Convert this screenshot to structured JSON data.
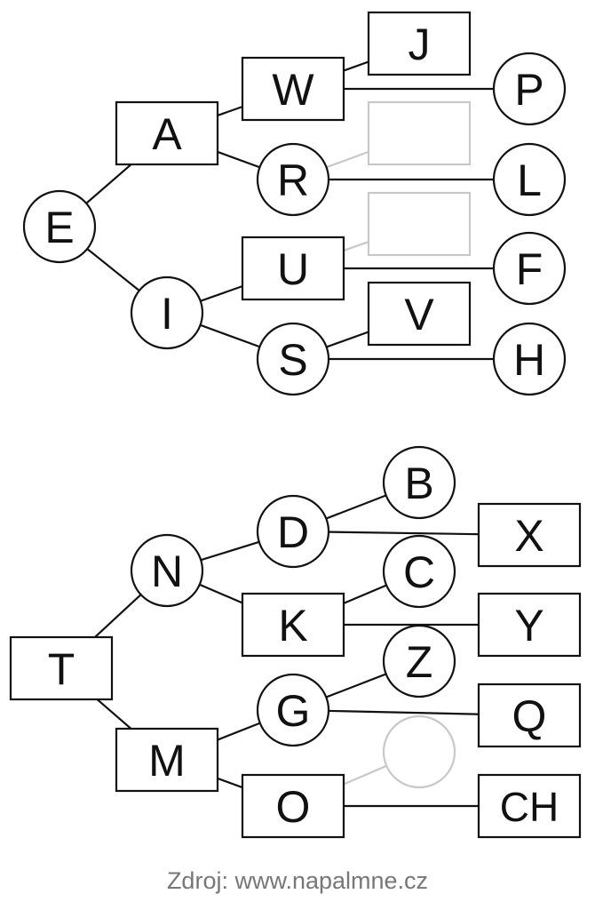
{
  "colors": {
    "stroke": "#111111",
    "empty_stroke": "#c8c8c8",
    "text": "#111111",
    "source_text": "#777777"
  },
  "trees": [
    {
      "name": "tree-1",
      "nodes": [
        {
          "id": "E",
          "label": "E",
          "shape": "circle"
        },
        {
          "id": "A",
          "label": "A",
          "shape": "box"
        },
        {
          "id": "I",
          "label": "I",
          "shape": "circle"
        },
        {
          "id": "W",
          "label": "W",
          "shape": "box"
        },
        {
          "id": "R",
          "label": "R",
          "shape": "circle"
        },
        {
          "id": "U",
          "label": "U",
          "shape": "box"
        },
        {
          "id": "S",
          "label": "S",
          "shape": "circle"
        },
        {
          "id": "J",
          "label": "J",
          "shape": "box"
        },
        {
          "id": "P",
          "label": "P",
          "shape": "circle"
        },
        {
          "id": "R-empty",
          "label": "",
          "shape": "box",
          "empty": true
        },
        {
          "id": "L",
          "label": "L",
          "shape": "circle"
        },
        {
          "id": "U-empty",
          "label": "",
          "shape": "box",
          "empty": true
        },
        {
          "id": "F",
          "label": "F",
          "shape": "circle"
        },
        {
          "id": "V",
          "label": "V",
          "shape": "box"
        },
        {
          "id": "H",
          "label": "H",
          "shape": "circle"
        }
      ],
      "edges": [
        [
          "E",
          "A"
        ],
        [
          "E",
          "I"
        ],
        [
          "A",
          "W"
        ],
        [
          "A",
          "R"
        ],
        [
          "I",
          "U"
        ],
        [
          "I",
          "S"
        ],
        [
          "W",
          "J"
        ],
        [
          "W",
          "P"
        ],
        [
          "R",
          "R-empty"
        ],
        [
          "R",
          "L"
        ],
        [
          "U",
          "U-empty"
        ],
        [
          "U",
          "F"
        ],
        [
          "S",
          "V"
        ],
        [
          "S",
          "H"
        ]
      ]
    },
    {
      "name": "tree-2",
      "nodes": [
        {
          "id": "T",
          "label": "T",
          "shape": "box"
        },
        {
          "id": "N",
          "label": "N",
          "shape": "circle"
        },
        {
          "id": "M",
          "label": "M",
          "shape": "box"
        },
        {
          "id": "D",
          "label": "D",
          "shape": "circle"
        },
        {
          "id": "K",
          "label": "K",
          "shape": "box"
        },
        {
          "id": "G",
          "label": "G",
          "shape": "circle"
        },
        {
          "id": "O",
          "label": "O",
          "shape": "box"
        },
        {
          "id": "B",
          "label": "B",
          "shape": "circle"
        },
        {
          "id": "X",
          "label": "X",
          "shape": "box"
        },
        {
          "id": "C",
          "label": "C",
          "shape": "circle"
        },
        {
          "id": "Y",
          "label": "Y",
          "shape": "box"
        },
        {
          "id": "Z",
          "label": "Z",
          "shape": "circle"
        },
        {
          "id": "Q",
          "label": "Q",
          "shape": "box"
        },
        {
          "id": "O-empty",
          "label": "",
          "shape": "circle",
          "empty": true
        },
        {
          "id": "CH",
          "label": "CH",
          "shape": "box"
        }
      ],
      "edges": [
        [
          "T",
          "N"
        ],
        [
          "T",
          "M"
        ],
        [
          "N",
          "D"
        ],
        [
          "N",
          "K"
        ],
        [
          "M",
          "G"
        ],
        [
          "M",
          "O"
        ],
        [
          "D",
          "B"
        ],
        [
          "D",
          "X"
        ],
        [
          "K",
          "C"
        ],
        [
          "K",
          "Y"
        ],
        [
          "G",
          "Z"
        ],
        [
          "G",
          "Q"
        ],
        [
          "O",
          "O-empty"
        ],
        [
          "O",
          "CH"
        ]
      ]
    }
  ],
  "source": {
    "text": "Zdroj: www.napalmne.cz"
  }
}
